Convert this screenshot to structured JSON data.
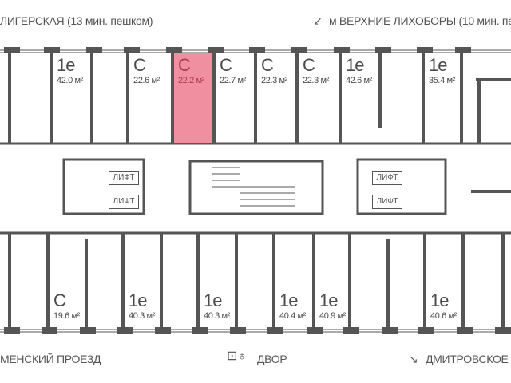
{
  "streets": {
    "top_left": "ЛИГЕРСКАЯ (13 мин. пешком)",
    "top_right": "м ВЕРХНИЕ ЛИХОБОРЫ (10 мин. пе",
    "bottom_left": "МЕНСКИЙ ПРОЕЗД",
    "bottom_center": "ДВОР",
    "bottom_right": "ДМИТРОВСКОЕ"
  },
  "icons": {
    "top_right": "arrow-down-left-icon",
    "bottom_center": "courtyard-icon",
    "bottom_right": "arrow-down-right-icon"
  },
  "colors": {
    "selected": "#ef8fa0",
    "walls": "#555555"
  },
  "top_apartments": [
    {
      "type": "1е",
      "area": "42.0 м²"
    },
    {
      "type": "С",
      "area": "22.6 м²"
    },
    {
      "type": "С",
      "area": "22.2 м²",
      "selected": true
    },
    {
      "type": "С",
      "area": "22.7 м²"
    },
    {
      "type": "С",
      "area": "22.3 м²"
    },
    {
      "type": "С",
      "area": "22.3 м²"
    },
    {
      "type": "1е",
      "area": "42.6 м²"
    },
    {
      "type": "1е",
      "area": "35.4 м²"
    }
  ],
  "bottom_apartments": [
    {
      "type": "С",
      "area": "19.6 м²"
    },
    {
      "type": "1е",
      "area": "40.3 м²"
    },
    {
      "type": "1е",
      "area": "40.3 м²"
    },
    {
      "type": "1е",
      "area": "40.4 м²"
    },
    {
      "type": "1е",
      "area": "40.9 м²"
    },
    {
      "type": "1е",
      "area": "40.6 м²"
    }
  ],
  "lift_label": "ЛИФТ"
}
